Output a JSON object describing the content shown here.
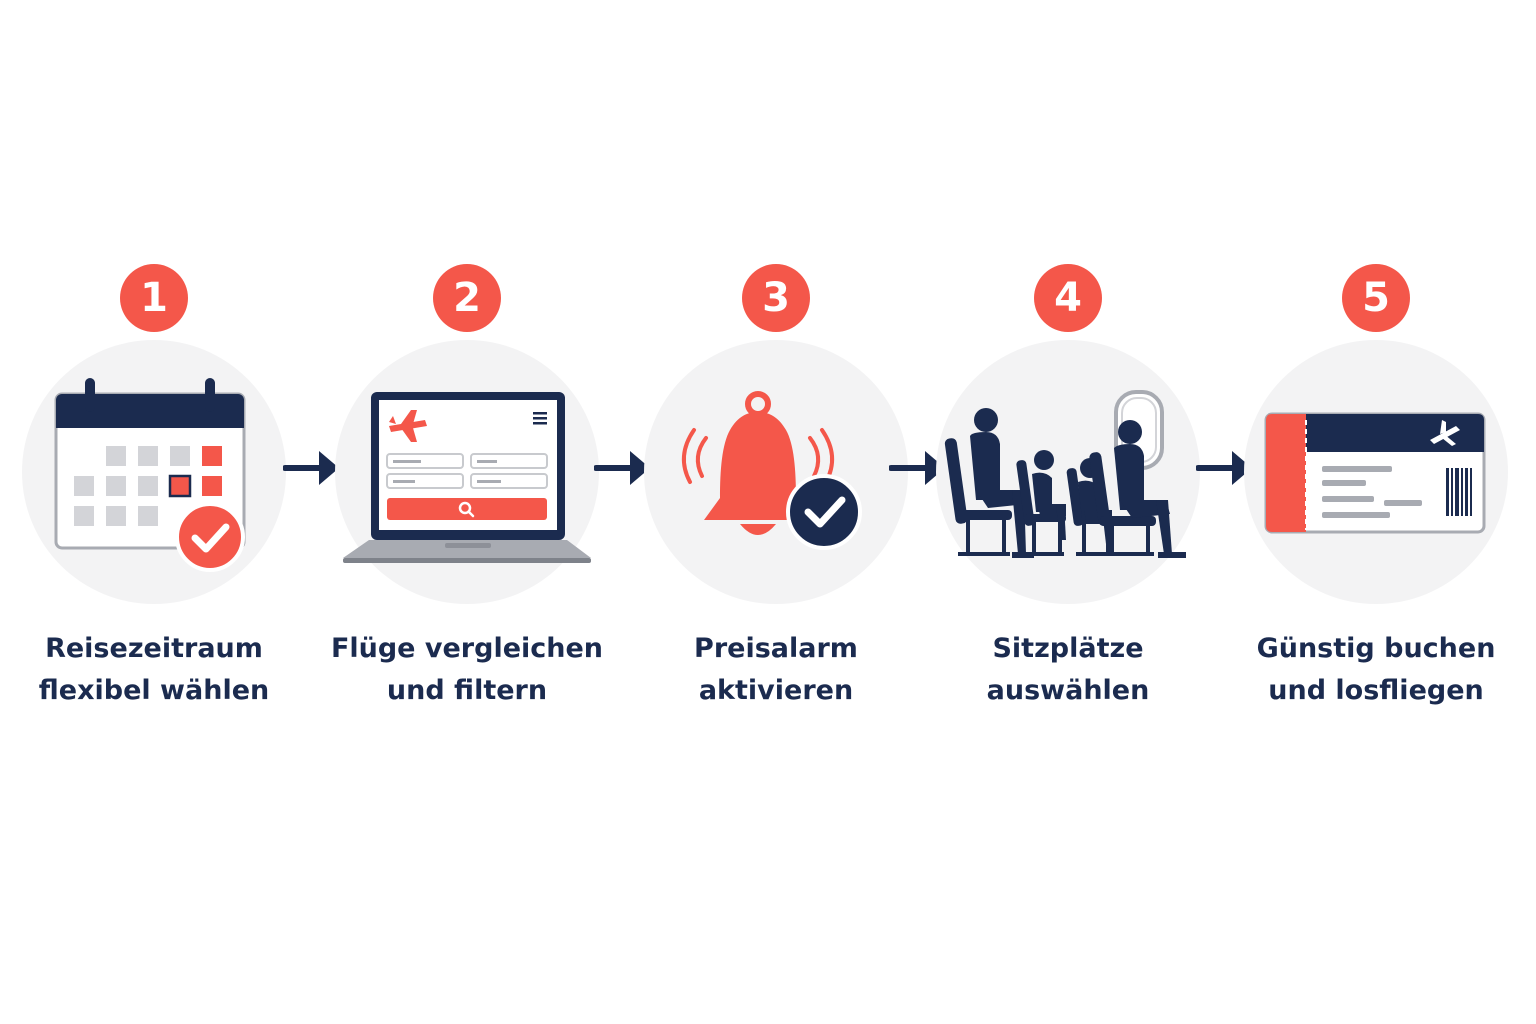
{
  "colors": {
    "accent": "#f4574a",
    "navy": "#1b2b4f",
    "disc": "#f3f3f4",
    "light_gray": "#d3d4d8",
    "mid_gray": "#a8abb2"
  },
  "steps": [
    {
      "number": "1",
      "line1": "Reisezeitraum",
      "line2": "flexibel wählen",
      "icon": "calendar-check-icon"
    },
    {
      "number": "2",
      "line1": "Flüge vergleichen",
      "line2": "und filtern",
      "icon": "laptop-flight-search-icon"
    },
    {
      "number": "3",
      "line1": "Preisalarm",
      "line2": "aktivieren",
      "icon": "bell-check-icon"
    },
    {
      "number": "4",
      "line1": "Sitzplätze",
      "line2": "auswählen",
      "icon": "family-seats-icon"
    },
    {
      "number": "5",
      "line1": "Günstig buchen",
      "line2": "und losfliegen",
      "icon": "boarding-pass-icon"
    }
  ],
  "arrows": [
    {
      "from": "1",
      "to": "2",
      "icon": "arrow-right-icon"
    },
    {
      "from": "2",
      "to": "3",
      "icon": "arrow-right-icon"
    },
    {
      "from": "3",
      "to": "4",
      "icon": "arrow-right-icon"
    },
    {
      "from": "4",
      "to": "5",
      "icon": "arrow-right-icon"
    }
  ]
}
